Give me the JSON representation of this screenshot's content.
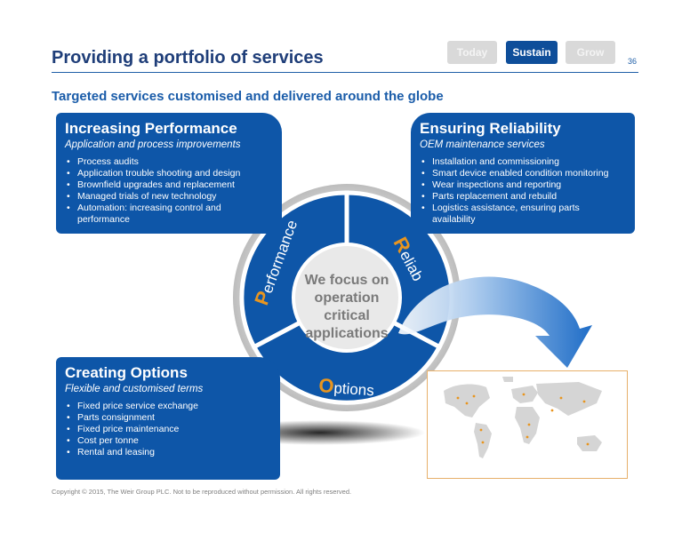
{
  "header": {
    "title": "Providing a portfolio of services",
    "page_number": "36",
    "tabs": [
      {
        "label": "Today",
        "active": false
      },
      {
        "label": "Sustain",
        "active": true
      },
      {
        "label": "Grow",
        "active": false
      }
    ]
  },
  "subtitle": "Targeted services customised and delivered around the globe",
  "cards": {
    "performance": {
      "title": "Increasing Performance",
      "subtitle": "Application and process improvements",
      "items": [
        "Process audits",
        "Application trouble shooting and design",
        "Brownfield upgrades and replacement",
        "Managed trials of new technology",
        "Automation: increasing control and performance"
      ]
    },
    "reliability": {
      "title": "Ensuring Reliability",
      "subtitle": "OEM maintenance services",
      "items": [
        "Installation and commissioning",
        "Smart device enabled condition monitoring",
        "Wear inspections and reporting",
        "Parts replacement and rebuild",
        "Logistics assistance, ensuring parts availability"
      ]
    },
    "options": {
      "title": "Creating Options",
      "subtitle": "Flexible and customised terms",
      "items": [
        "Fixed price service exchange",
        "Parts consignment",
        "Fixed price maintenance",
        "Cost per tonne",
        "Rental and leasing"
      ]
    }
  },
  "wheel": {
    "center_lines": [
      "We focus on",
      "operation",
      "critical",
      "applications"
    ],
    "segments": {
      "performance": {
        "initial": "P",
        "rest": "erformance"
      },
      "reliability": {
        "initial": "R",
        "rest": "eliab"
      },
      "options": {
        "initial": "O",
        "rest": "ptions"
      }
    }
  },
  "colors": {
    "brand_blue": "#0e56a8",
    "title_blue": "#1f3e79",
    "accent_orange": "#e8951f",
    "tab_inactive": "#d9d9d9"
  },
  "footer": {
    "copyright": "Copyright © 2015, The Weir Group PLC. Not to be reproduced without permission. All rights reserved."
  }
}
